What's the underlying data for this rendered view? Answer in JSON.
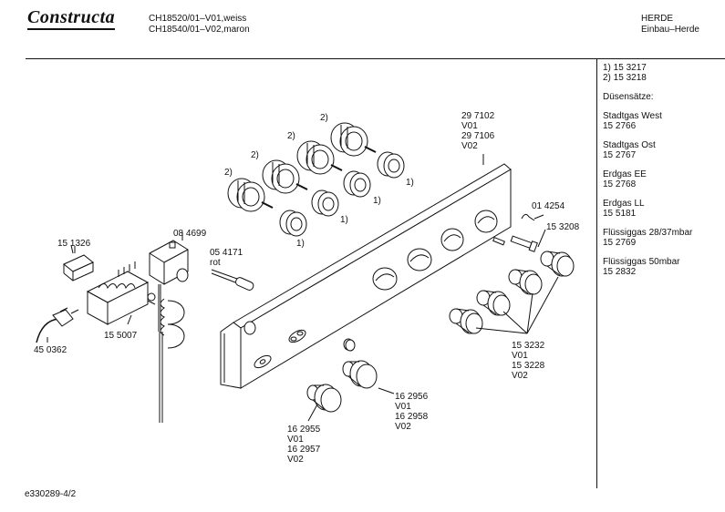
{
  "header": {
    "brand": "Constructa",
    "model_lines": [
      "CH18520/01–V01,weiss",
      "CH18540/01–V02,maron"
    ],
    "category_lines": [
      "HERDE",
      "Einbau–Herde"
    ]
  },
  "sidebar": {
    "blocks": [
      {
        "lines": [
          "1)  15 3217",
          "2)  15 3218"
        ]
      },
      {
        "lines": [
          "Düsensätze:"
        ]
      },
      {
        "lines": [
          "Stadtgas West",
          "15 2766"
        ]
      },
      {
        "lines": [
          "Stadtgas Ost",
          "15 2767"
        ]
      },
      {
        "lines": [
          "Erdgas EE",
          "15 2768"
        ]
      },
      {
        "lines": [
          "Erdgas LL",
          "15 5181"
        ]
      },
      {
        "lines": [
          "Flüssiggas 28/37mbar",
          "15 2769"
        ]
      },
      {
        "lines": [
          "Flüssiggas 50mbar",
          "15 2832"
        ]
      }
    ]
  },
  "labels": {
    "panel": [
      "29 7102",
      "V01",
      "29 7106",
      "V02"
    ],
    "screw": "01 4254",
    "bolt": "15 3208",
    "knobs_right": [
      "15 3232",
      "V01",
      "15 3228",
      "V02"
    ],
    "knob_center_right": [
      "16 2956",
      "V01",
      "16 2958",
      "V02"
    ],
    "knob_center_left": [
      "16 2955",
      "V01",
      "16 2957",
      "V02"
    ],
    "thermostat": "08 4699",
    "lamp": [
      "05 4171",
      "rot"
    ],
    "switch_top": "15 1326",
    "switch_main": "15 5007",
    "plug": "45 0362",
    "mark_1": "1)",
    "mark_2": "2)"
  },
  "footer": {
    "code": "e330289-4/2"
  }
}
